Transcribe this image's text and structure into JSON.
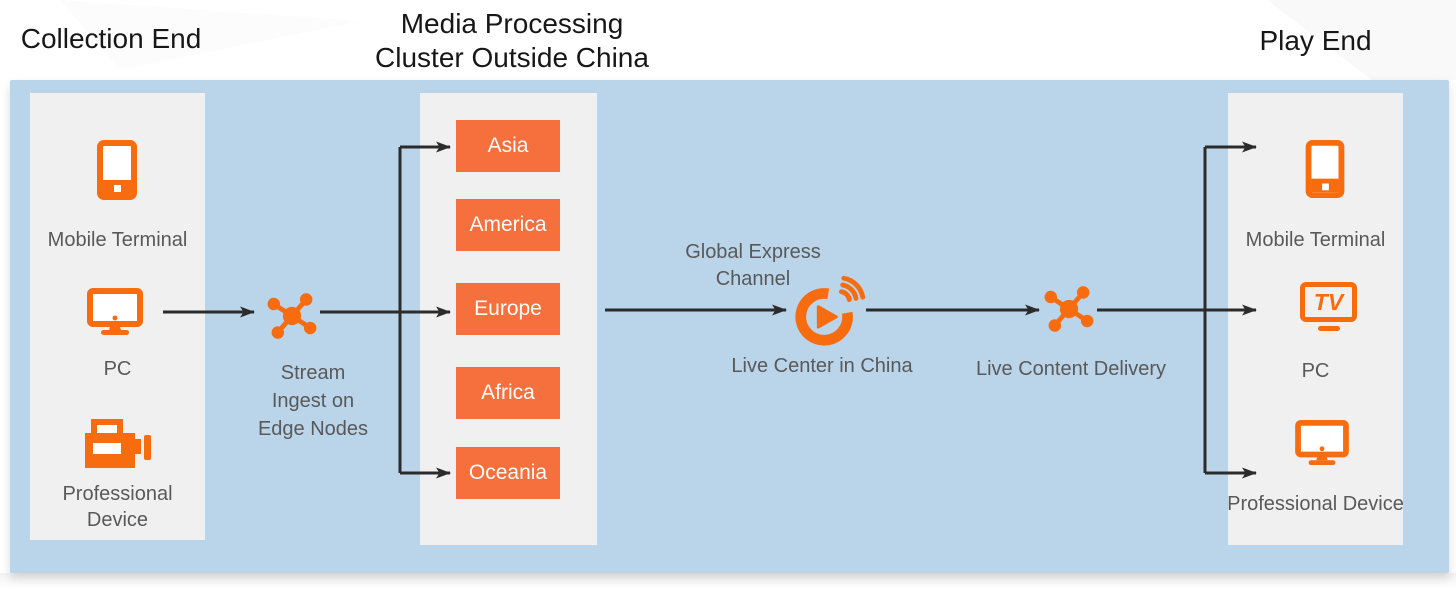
{
  "titles": {
    "collection_end": "Collection End",
    "media_cluster_lines": [
      "Media Processing",
      "Cluster Outside China"
    ],
    "play_end": "Play End"
  },
  "collection_panel": {
    "mobile_label": "Mobile Terminal",
    "pc_label": "PC",
    "professional_label": "Professional Device"
  },
  "stream_ingest": {
    "lines": [
      "Stream",
      "Ingest on",
      "Edge Nodes"
    ]
  },
  "regions": [
    "Asia",
    "America",
    "Europe",
    "Africa",
    "Oceania"
  ],
  "global_express": {
    "lines": [
      "Global Express",
      "Channel"
    ]
  },
  "live_center_label": "Live Center in China",
  "live_delivery_label": "Live Content Delivery",
  "play_panel": {
    "mobile_label": "Mobile Terminal",
    "pc_label": "PC",
    "professional_label": "Professional Device",
    "tv_icon_text": "TV"
  },
  "colors": {
    "icon_orange": "#F76C0F",
    "region_box_orange": "#F5703C",
    "diagram_background_blue": "#BAD4EA",
    "panel_gray": "#F0F0F0",
    "label_gray": "#595959",
    "arrow_dark": "#2B2B2B"
  }
}
